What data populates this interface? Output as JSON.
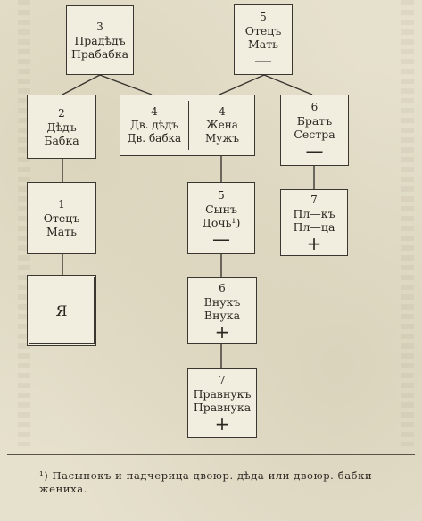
{
  "boxes": {
    "great_grandparents": {
      "num": "3",
      "line1": "Прадѣдъ",
      "line2": "Прабабка"
    },
    "spouse_parents": {
      "num": "5",
      "line1": "Отецъ",
      "line2": "Мать",
      "symbol": "—"
    },
    "grandparents": {
      "num": "2",
      "line1": "Дѣдъ",
      "line2": "Бабка"
    },
    "cousin_grandparents": {
      "num": "4",
      "line1": "Дв. дѣдъ",
      "line2": "Дв. бабка"
    },
    "spouse": {
      "num": "4",
      "line1": "Жена",
      "line2": "Мужъ"
    },
    "siblings": {
      "num": "6",
      "line1": "Братъ",
      "line2": "Сестра",
      "symbol": "—"
    },
    "parents": {
      "num": "1",
      "line1": "Отецъ",
      "line2": "Мать"
    },
    "children": {
      "num": "5",
      "line1": "Сынъ",
      "line2": "Дочь¹)",
      "symbol": "—"
    },
    "nephews": {
      "num": "7",
      "line1": "Пл—къ",
      "line2": "Пл—ца",
      "symbol": "+"
    },
    "ego": {
      "label": "Я"
    },
    "grandchildren": {
      "num": "6",
      "line1": "Внукъ",
      "line2": "Внука",
      "symbol": "+"
    },
    "great_grandchildren": {
      "num": "7",
      "line1": "Правнукъ",
      "line2": "Правнука",
      "symbol": "+"
    }
  },
  "footnote": "¹) Пасынокъ и падчерица двоюр. дѣда или двоюр. бабки жениха."
}
